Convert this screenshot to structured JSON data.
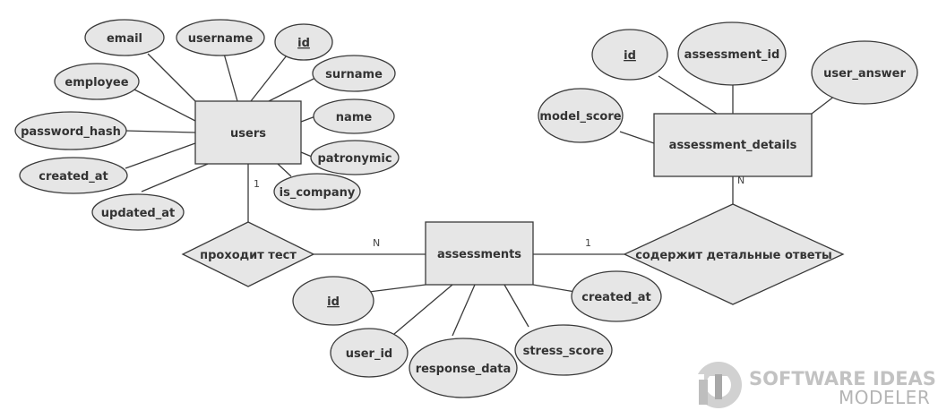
{
  "entities": {
    "users": "users",
    "assessments": "assessments",
    "assessment_details": "assessment_details"
  },
  "relationships": {
    "takes_test": "проходит тест",
    "contains_answers": "содержит детальные ответы"
  },
  "users_attributes": {
    "email": "email",
    "username": "username",
    "id": "id",
    "surname": "surname",
    "employee": "employee",
    "name": "name",
    "password_hash": "password_hash",
    "patronymic": "patronymic",
    "created_at": "created_at",
    "is_company": "is_company",
    "updated_at": "updated_at"
  },
  "assessments_attributes": {
    "id": "id",
    "created_at": "created_at",
    "user_id": "user_id",
    "response_data": "response_data",
    "stress_score": "stress_score"
  },
  "assessment_details_attributes": {
    "id": "id",
    "assessment_id": "assessment_id",
    "user_answer": "user_answer",
    "model_score": "model_score"
  },
  "cardinalities": {
    "users_side": "1",
    "assessments_side_left": "N",
    "assessments_side_right": "1",
    "details_side": "N"
  },
  "watermark": {
    "line1": "SOFTWARE IDEAS",
    "line2": "MODELER"
  }
}
